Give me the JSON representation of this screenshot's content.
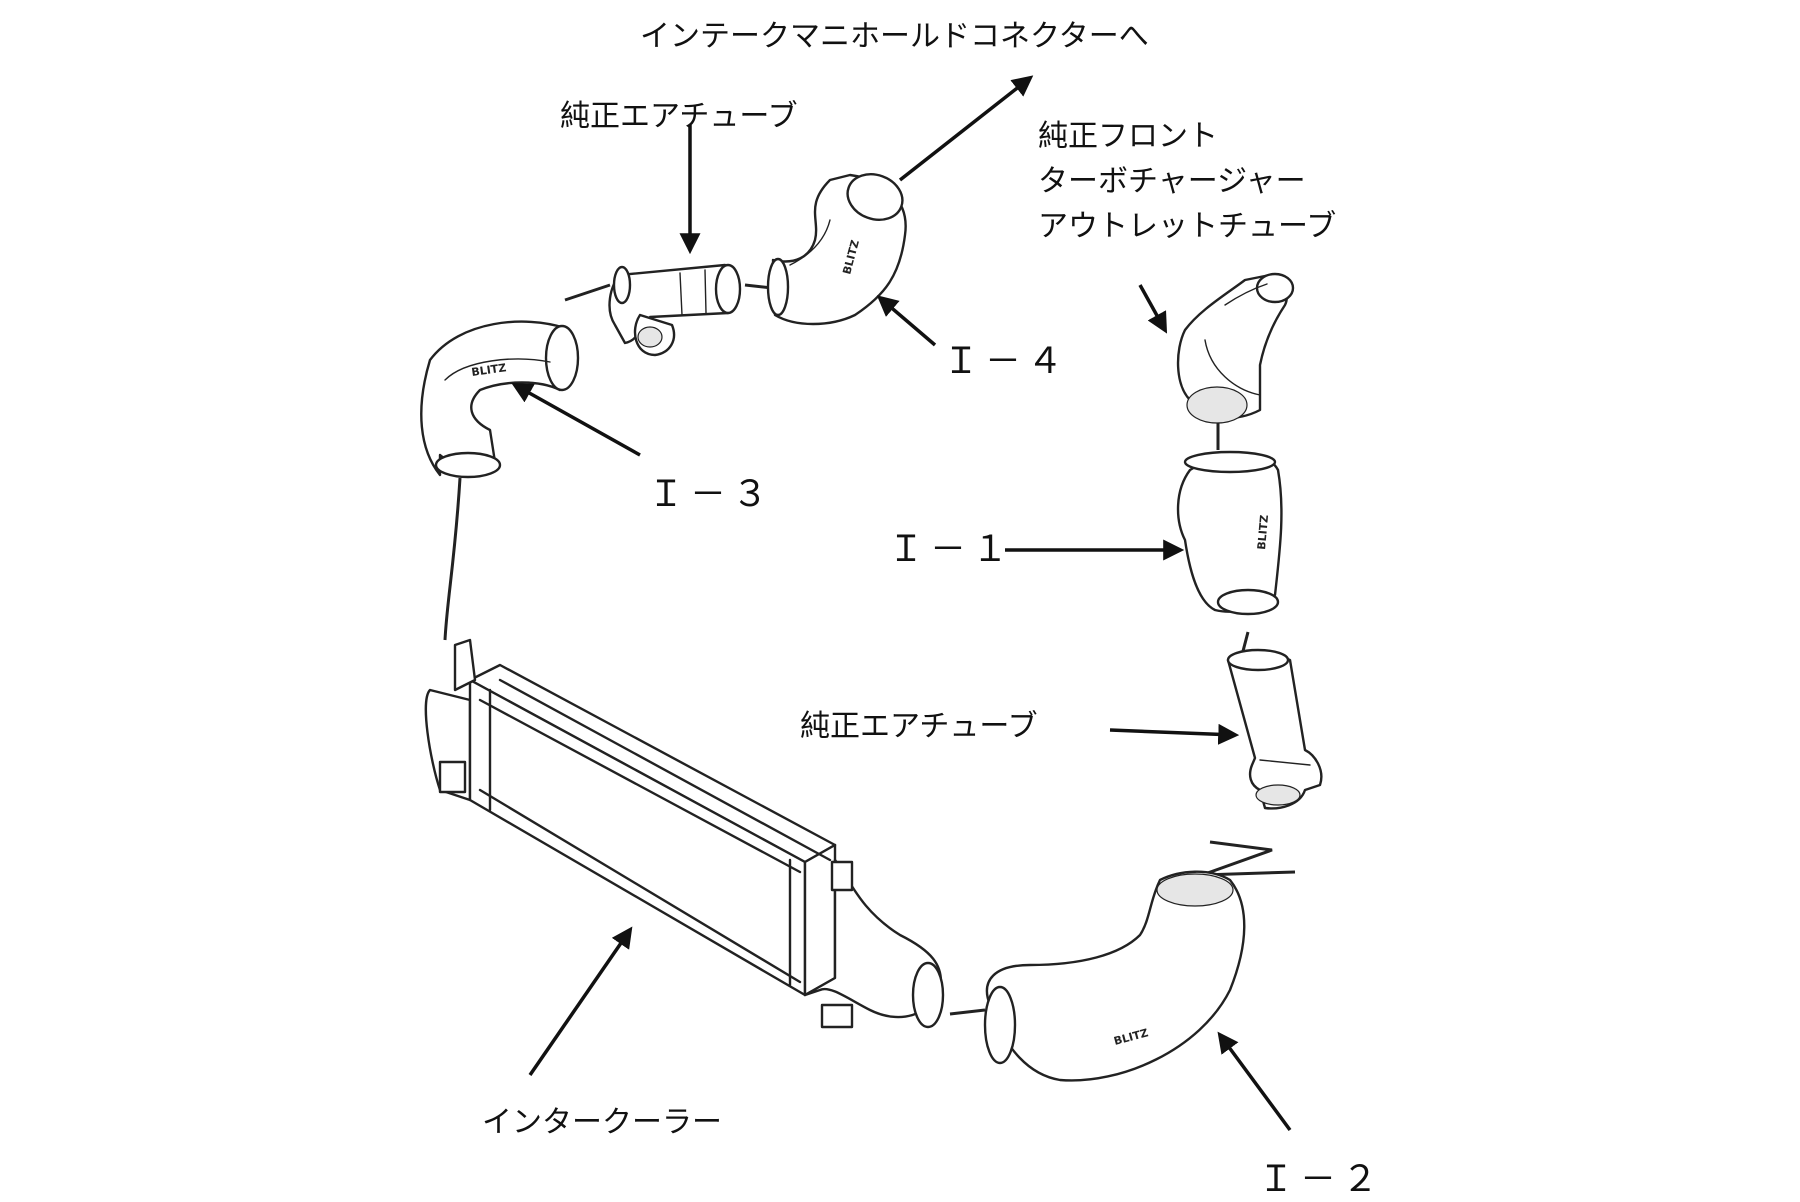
{
  "labels": {
    "intake_connector": "インテークマニホールドコネクターへ",
    "oem_air_tube_top": "純正エアチューブ",
    "oem_front_turbo": [
      "純正フロント",
      "ターボチャージャー",
      "アウトレットチューブ"
    ],
    "oem_air_tube_right": "純正エアチューブ",
    "intercooler": "インタークーラー"
  },
  "part_codes": {
    "i1": "Ｉ－１",
    "i2": "Ｉ－２",
    "i3": "Ｉ－３",
    "i4": "Ｉ－４"
  },
  "icons": [
    "arrow-icon"
  ],
  "colors": {
    "line": "#222222",
    "background": "#ffffff"
  }
}
